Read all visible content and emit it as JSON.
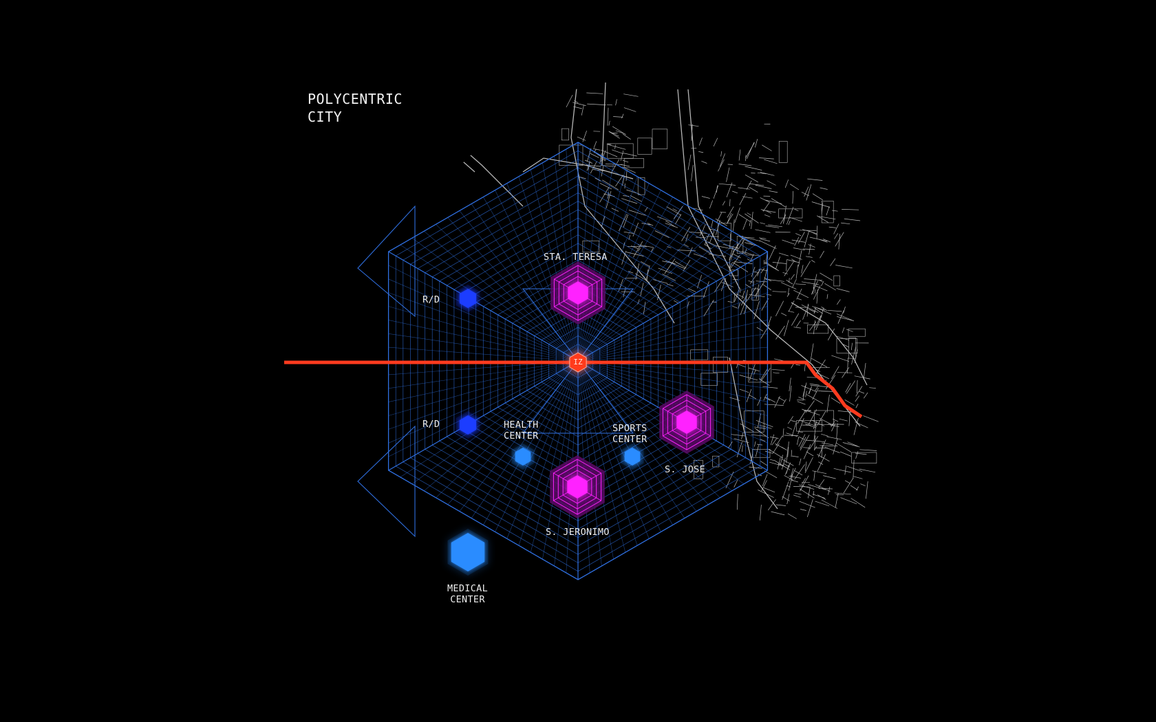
{
  "title": {
    "line1": "POLYCENTRIC",
    "line2": "CITY"
  },
  "rail": {
    "station_label": "IZ",
    "color": "#ff3b1f"
  },
  "colors": {
    "background": "#000000",
    "grid": "#2f6fe0",
    "district_center": "#ff22ff",
    "rd_node": "#1e3cff",
    "service_node": "#2a8cff",
    "roads": "#d8d8d8"
  },
  "nodes": [
    {
      "kind": "district",
      "label": "STA. TERESA"
    },
    {
      "kind": "district",
      "label": "S. JOSE"
    },
    {
      "kind": "district",
      "label": "S. JERONIMO"
    },
    {
      "kind": "rd",
      "label": "R/D"
    },
    {
      "kind": "rd",
      "label": "R/D"
    },
    {
      "kind": "service",
      "label_lines": [
        "HEALTH",
        "CENTER"
      ]
    },
    {
      "kind": "service",
      "label_lines": [
        "SPORTS",
        "CENTER"
      ]
    },
    {
      "kind": "service",
      "label_lines": [
        "MEDICAL",
        "CENTER"
      ]
    }
  ]
}
